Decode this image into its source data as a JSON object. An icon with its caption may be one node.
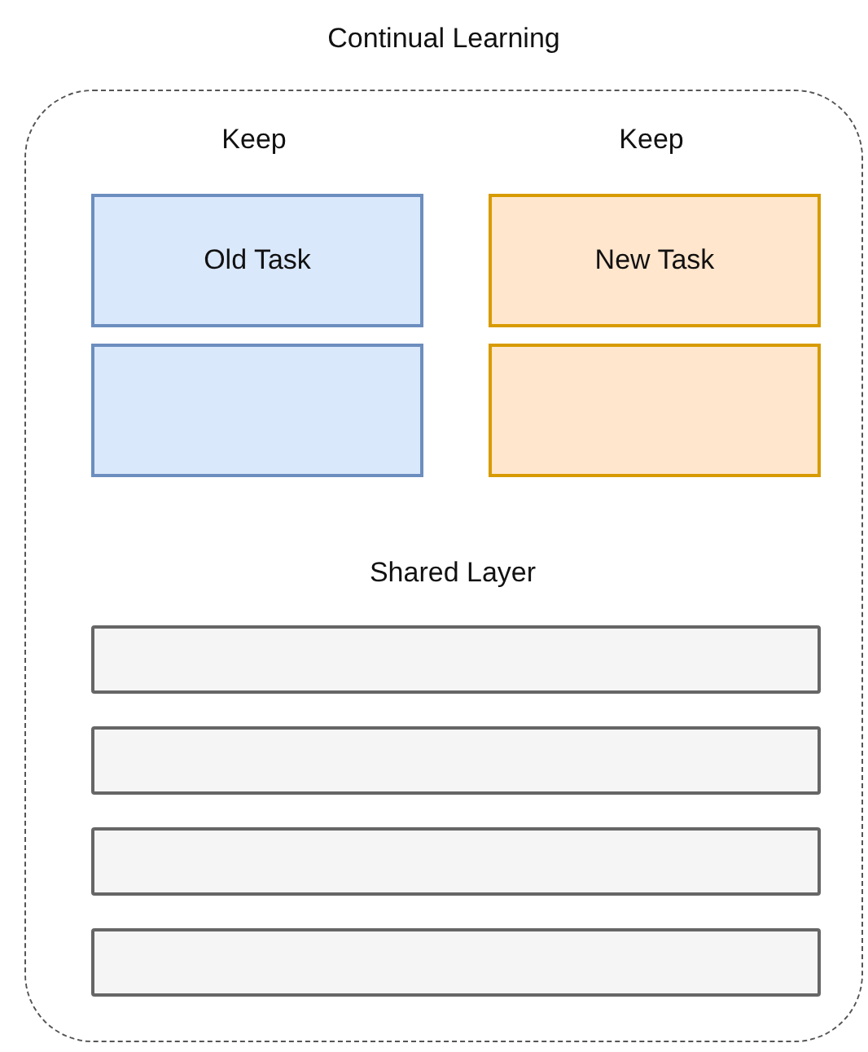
{
  "diagram": {
    "nodes": [
      {
        "text": [
          "Continual Learning"
        ]
      },
      {
        "text": [
          "Old Task"
        ],
        "in": 0
      },
      {
        "text": [
          "New Task"
        ],
        "in": 0
      },
      {
        "text": [],
        "shape": "box",
        "in": 0
      },
      {
        "text": [],
        "shape": "box",
        "in": 0
      },
      {
        "text": [],
        "shape": "bar",
        "in": 0
      },
      {
        "text": [],
        "shape": "bar",
        "in": 0
      },
      {
        "text": [],
        "shape": "bar",
        "in": 0
      },
      {
        "text": [],
        "shape": "bar",
        "in": 0
      }
    ],
    "labels": [
      "Keep",
      "Keep",
      "Shared Layer"
    ]
  }
}
